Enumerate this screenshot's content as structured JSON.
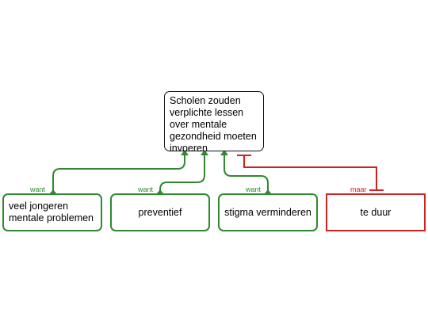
{
  "claim": {
    "text": "Scholen zouden verplichte lessen over mentale gezondheid moeten invoeren"
  },
  "reasons": [
    {
      "label": "want",
      "text": "veel jongeren mentale problemen",
      "kind": "support"
    },
    {
      "label": "want",
      "text": "preventief",
      "kind": "support"
    },
    {
      "label": "want",
      "text": "stigma verminderen",
      "kind": "support"
    }
  ],
  "objections": [
    {
      "label": "maar",
      "text": "te duur",
      "kind": "oppose"
    }
  ],
  "colors": {
    "support": "#2f8a2f",
    "oppose": "#cc2222",
    "claim_border": "#111111"
  }
}
